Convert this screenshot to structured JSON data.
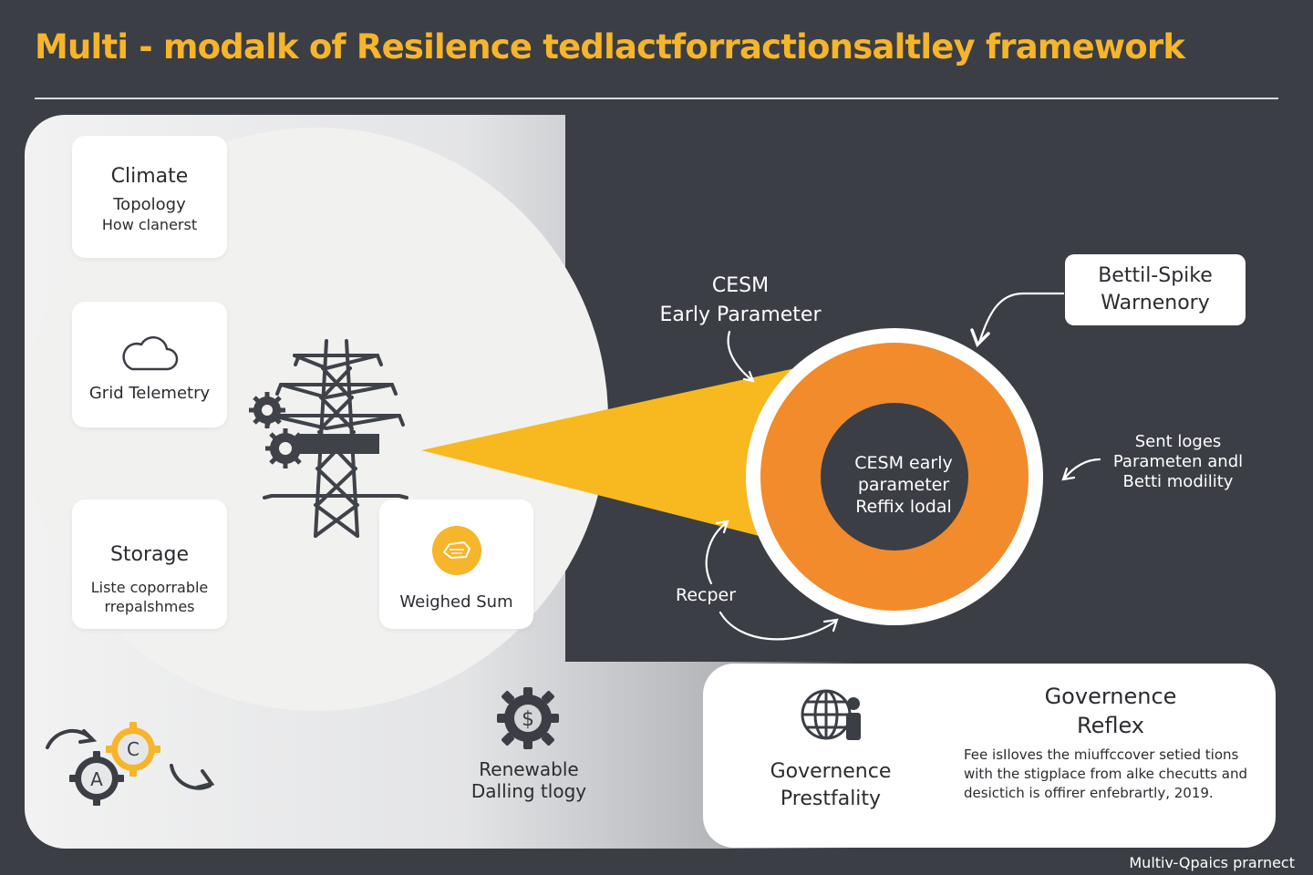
{
  "title": "Multi - modalk of Resilence tedlactforractionsaltley framework",
  "cards": {
    "climate": {
      "title": "Climate",
      "line1": "Topology",
      "line2": "How clanerst"
    },
    "grid": {
      "label": "Grid Telemetry",
      "icon": "cloud-icon"
    },
    "storage": {
      "title": "Storage",
      "line1": "Liste coporrable",
      "line2": "rrepalshmes"
    },
    "weighed": {
      "label": "Weighed Sum",
      "icon": "yellow-badge-icon"
    }
  },
  "tower": {
    "icon": "transmission-tower-icon"
  },
  "renewable": {
    "line1": "Renewable",
    "line2": "Dalling tlogy",
    "icon": "dollar-gear-icon"
  },
  "gears": {
    "letter_a": "A",
    "letter_c": "C"
  },
  "cesm_label": {
    "line1": "CESM",
    "line2": "Early Parameter"
  },
  "core": {
    "line1": "CESM early",
    "line2": "parameter",
    "line3": "Reffix lodal"
  },
  "callout": {
    "line1": "Bettil-Spike",
    "line2": "Warnenory"
  },
  "sent": {
    "line1": "Sent loges",
    "line2": "Parameten andl",
    "line3": "Betti modility"
  },
  "recper": "Recper",
  "governance": {
    "title1": "Governence",
    "title2": "Reflex",
    "left1": "Governence",
    "left2": "Prestfality",
    "body1": "Fee isIloves the miuffccover setied tions",
    "body2": "with the stigplace from alke checutts and",
    "body3": "desictich is offirer enfebrartly, 2019.",
    "icon": "globe-person-icon"
  },
  "footer": "Multiv-Qpaics prarnect",
  "colors": {
    "background": "#3b3e45",
    "accent_yellow": "#f6b52a",
    "accent_orange": "#f28b2b",
    "beam": "#f8b820"
  }
}
